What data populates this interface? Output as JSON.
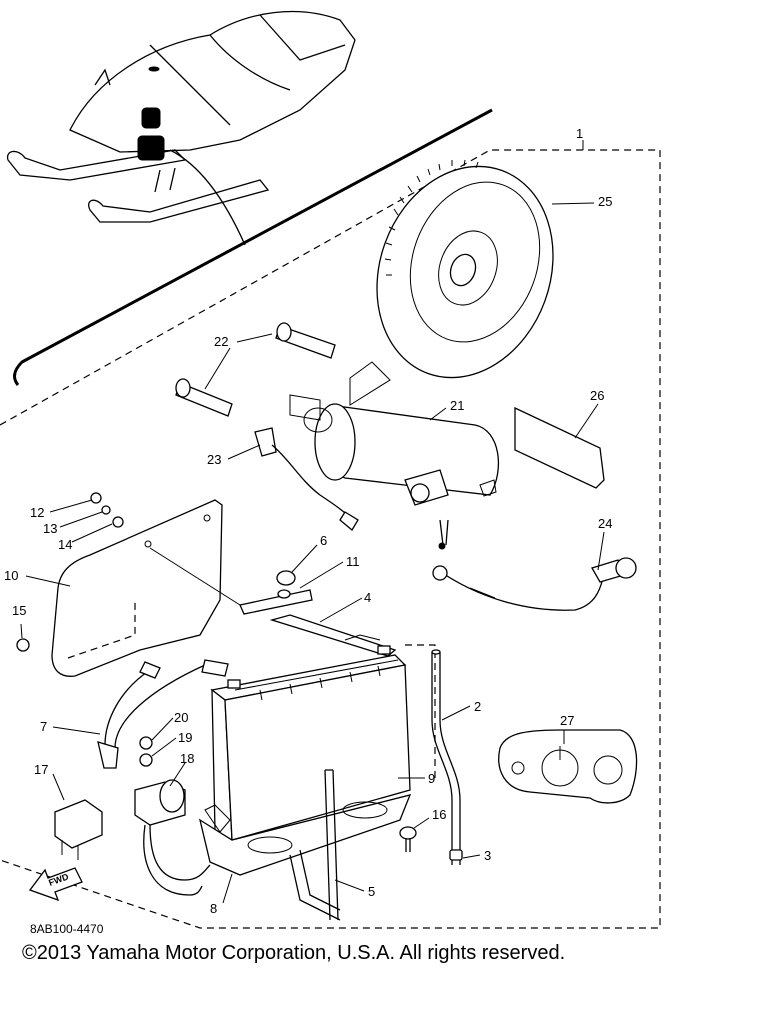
{
  "diagram": {
    "code": "8AB100-4470",
    "fwd_label": "FWD",
    "callouts": {
      "c1": "1",
      "c2": "2",
      "c3": "3",
      "c4": "4",
      "c5": "5",
      "c6": "6",
      "c7": "7",
      "c8": "8",
      "c9": "9",
      "c10": "10",
      "c11": "11",
      "c12": "12",
      "c13": "13",
      "c14": "14",
      "c15": "15",
      "c16": "16",
      "c17": "17",
      "c18": "18",
      "c19": "19",
      "c20": "20",
      "c21": "21",
      "c22": "22",
      "c23": "23",
      "c24": "24",
      "c25": "25",
      "c26": "26",
      "c27": "27"
    }
  },
  "footer": {
    "copyright": "©2013 Yamaha Motor Corporation, U.S.A. All rights reserved."
  }
}
